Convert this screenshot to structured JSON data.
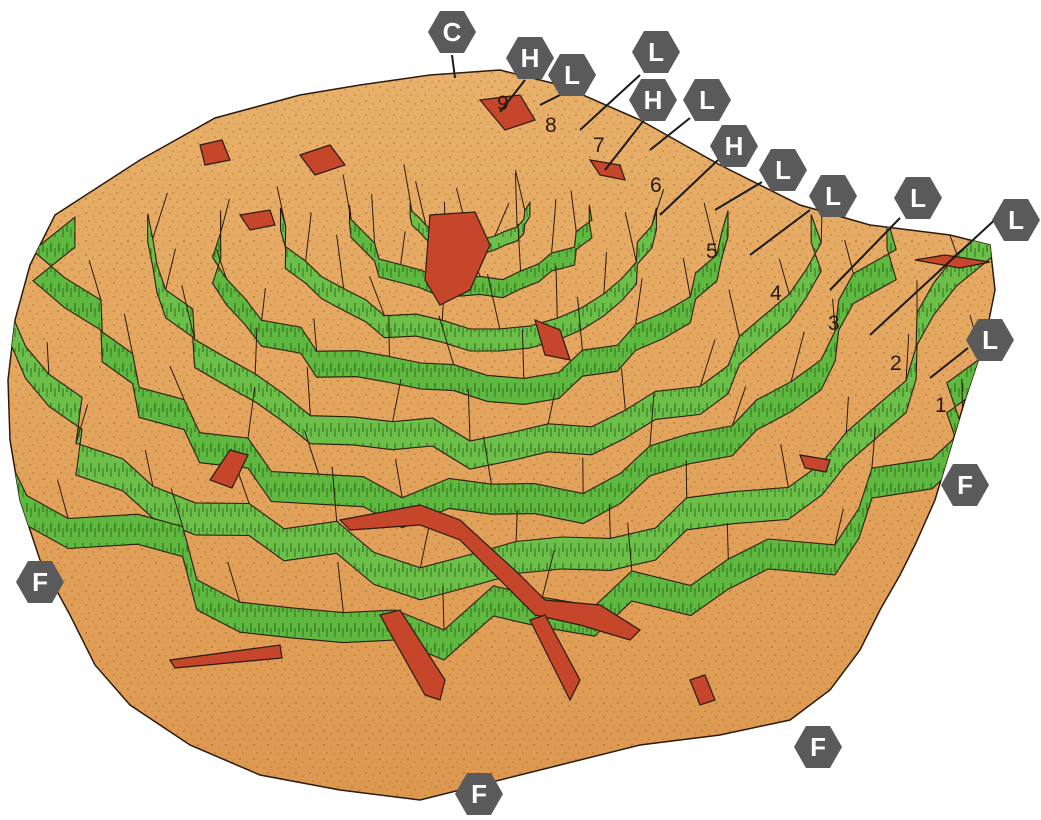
{
  "colors": {
    "background": "#ffffff",
    "plate_fill": "#e3a258",
    "plate_fill_light": "#eab873",
    "plate_outline": "#2b1a0c",
    "scarp_green": "#58b63c",
    "scarp_green_light": "#9fd36b",
    "exposed_red": "#c5462a",
    "marker_fill": "#5a5a5a",
    "marker_text": "#ffffff"
  },
  "icons": {
    "marker_shape": "hexagon-icon"
  },
  "markers": [
    {
      "id": "marker-c",
      "letter": "C"
    },
    {
      "id": "marker-h-1",
      "letter": "H"
    },
    {
      "id": "marker-l-1",
      "letter": "L"
    },
    {
      "id": "marker-l-2",
      "letter": "L"
    },
    {
      "id": "marker-h-2",
      "letter": "H"
    },
    {
      "id": "marker-l-3",
      "letter": "L"
    },
    {
      "id": "marker-h-3",
      "letter": "H"
    },
    {
      "id": "marker-l-4",
      "letter": "L"
    },
    {
      "id": "marker-l-5",
      "letter": "L"
    },
    {
      "id": "marker-l-6",
      "letter": "L"
    },
    {
      "id": "marker-l-7",
      "letter": "L"
    },
    {
      "id": "marker-l-8",
      "letter": "L"
    },
    {
      "id": "marker-f-1",
      "letter": "F"
    },
    {
      "id": "marker-f-2",
      "letter": "F"
    },
    {
      "id": "marker-f-3",
      "letter": "F"
    },
    {
      "id": "marker-f-4",
      "letter": "F"
    }
  ],
  "terrace_numbers": [
    "1",
    "2",
    "3",
    "4",
    "5",
    "6",
    "7",
    "8",
    "9"
  ]
}
